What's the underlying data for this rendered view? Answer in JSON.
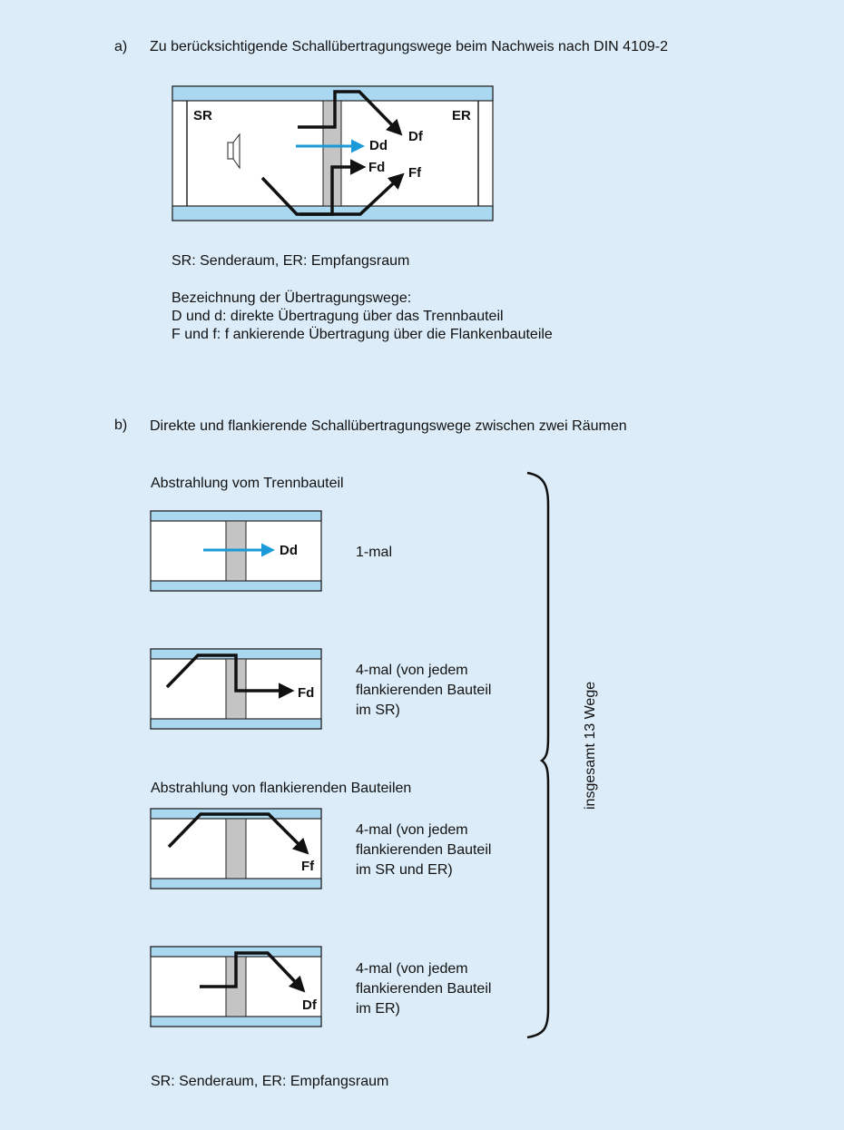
{
  "section_a": {
    "marker": "a)",
    "title": "Zu berücksichtigende Schallübertragungswege beim Nachweis nach DIN 4109-2",
    "diagram_labels": {
      "sr": "SR",
      "er": "ER",
      "df": "Df",
      "dd": "Dd",
      "fd": "Fd",
      "ff": "Ff"
    },
    "legend_rooms": "SR: Senderaum, ER: Empfangsraum",
    "legend_heading": "Bezeichnung der Übertragungswege:",
    "legend_line1": "D und d: direkte Übertragung über das Trennbauteil",
    "legend_line2": "F und f: f ankierende Übertragung über die Flankenbauteile"
  },
  "section_b": {
    "marker": "b)",
    "title": "Direkte und flankierende Schallübertragungswege zwischen zwei Räumen",
    "group1_heading": "Abstrahlung vom Trennbauteil",
    "group2_heading": "Abstrahlung von flankierenden Bauteilen",
    "brace_label": "insgesamt 13 Wege",
    "paths": [
      {
        "label": "Dd",
        "count_lines": [
          "1-mal"
        ]
      },
      {
        "label": "Fd",
        "count_lines": [
          "4-mal (von jedem",
          "flankierenden Bauteil",
          "im SR)"
        ]
      },
      {
        "label": "Ff",
        "count_lines": [
          "4-mal (von jedem",
          "flankierenden Bauteil",
          "im SR und ER)"
        ]
      },
      {
        "label": "Df",
        "count_lines": [
          "4-mal (von jedem",
          "flankierenden Bauteil",
          "im ER)"
        ]
      }
    ],
    "footer": "SR: Senderaum, ER: Empfangsraum"
  },
  "colors": {
    "background": "#dcedf9",
    "slab": "#a9d8f0",
    "room": "#ffffff",
    "wall": "#c4c4c4",
    "direct_arrow": "#1a9ad8",
    "flank_arrow": "#111111"
  }
}
